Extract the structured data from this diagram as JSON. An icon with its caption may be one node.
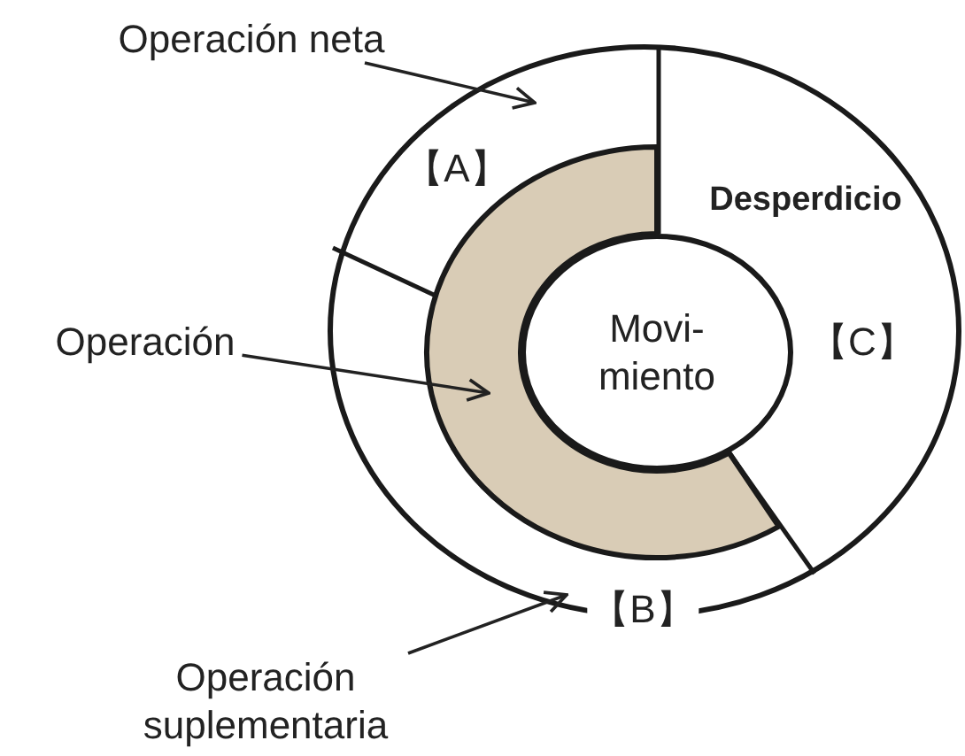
{
  "diagram": {
    "nodes": [
      {
        "text": [
          "Operación neta"
        ]
      },
      {
        "text": [
          "Operación"
        ]
      },
      {
        "text": [
          "Operación suplementaria"
        ]
      },
      {
        "text": [],
        "shape": "circle"
      },
      {
        "text": [],
        "shape": "band",
        "in": 3
      },
      {
        "text": [
          "Movi- miento"
        ],
        "in": 3
      }
    ],
    "edges": [
      {
        "from": 0,
        "to": 3,
        "arrow": "to"
      },
      {
        "from": 1,
        "to": 4,
        "arrow": "to"
      },
      {
        "from": 2,
        "to": 3,
        "arrow": "to"
      }
    ],
    "labels": [
      "【A】",
      "Desperdicio",
      "【C】",
      "【B】"
    ]
  }
}
